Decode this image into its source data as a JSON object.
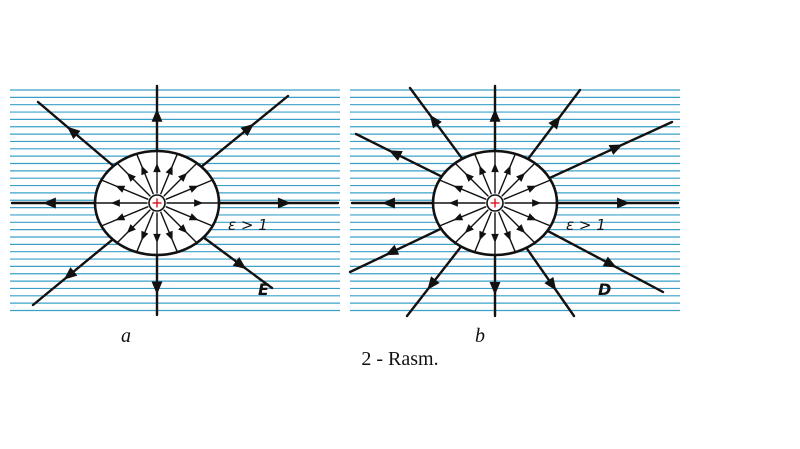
{
  "caption": "2 - Rasm.",
  "panels": [
    {
      "label": "a",
      "medium_label": "ε > 1",
      "vector_label": "E",
      "field": "E"
    },
    {
      "label": "b",
      "medium_label": "ε > 1",
      "vector_label": "D",
      "field": "D"
    }
  ],
  "colors": {
    "stripes": "#3aa0c8",
    "lines": "#111111",
    "charge": "#d9141c"
  }
}
